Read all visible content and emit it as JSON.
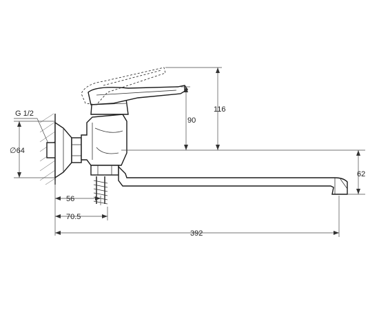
{
  "dimensions": {
    "thread": "G 1/2",
    "diameter": "∅64",
    "lever_height": "116",
    "body_height": "90",
    "spout_height": "62",
    "inlet_offset": "56",
    "body_offset": "70.5",
    "spout_length": "392"
  }
}
